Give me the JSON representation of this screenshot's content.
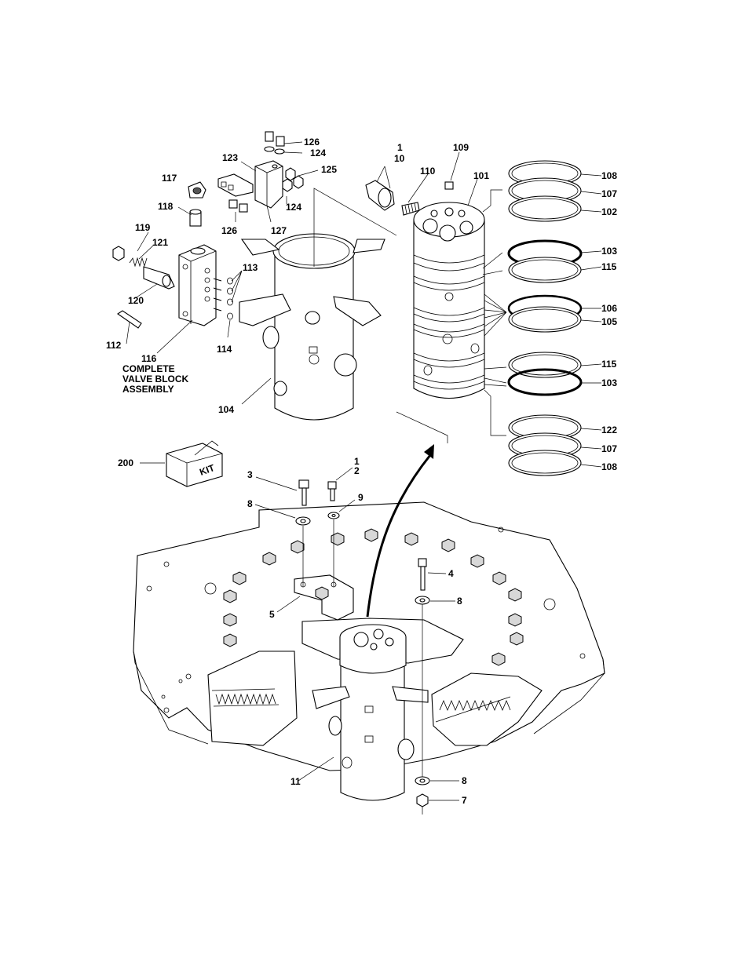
{
  "diagram": {
    "assembly_note": [
      "COMPLETE",
      "VALVE BLOCK",
      "ASSEMBLY"
    ],
    "kit_label": "KIT",
    "callouts": {
      "c126a": "126",
      "c124a": "124",
      "c123": "123",
      "c125": "125",
      "c117": "117",
      "c118": "118",
      "c124b": "124",
      "c126b": "126",
      "c127": "127",
      "c119": "119",
      "c121": "121",
      "c113": "113",
      "c120": "120",
      "c112": "112",
      "c114": "114",
      "c116": "116",
      "c104": "104",
      "c1a": "1",
      "c10": "10",
      "c109": "109",
      "c110": "110",
      "c101": "101",
      "c108a": "108",
      "c107a": "107",
      "c102": "102",
      "c103a": "103",
      "c115a": "115",
      "c106": "106",
      "c105": "105",
      "c115b": "115",
      "c103b": "103",
      "c122": "122",
      "c107b": "107",
      "c108b": "108",
      "c200": "200",
      "c3": "3",
      "c1b": "1",
      "c2": "2",
      "c8a": "8",
      "c9": "9",
      "c4": "4",
      "c8b": "8",
      "c5": "5",
      "c11": "11",
      "c8c": "8",
      "c7": "7"
    }
  }
}
